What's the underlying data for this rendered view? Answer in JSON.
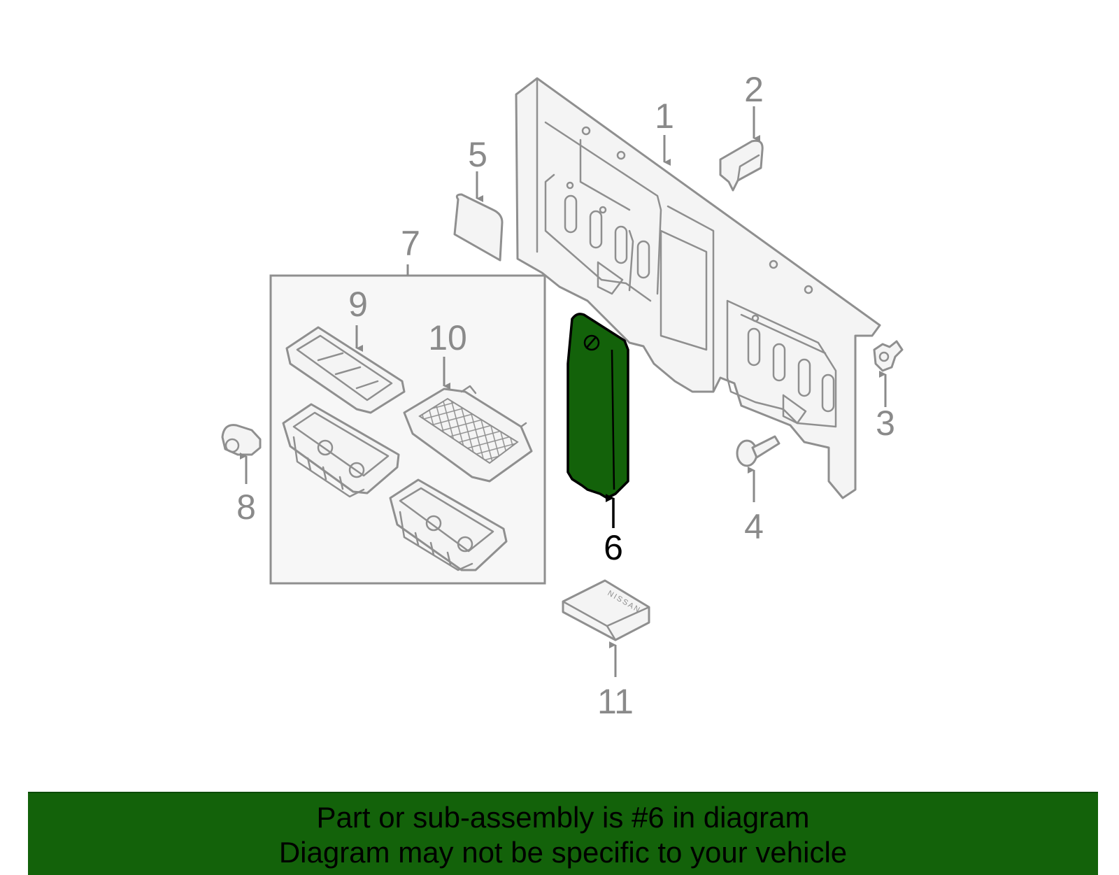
{
  "callouts": {
    "c1": "1",
    "c2": "2",
    "c3": "3",
    "c4": "4",
    "c5": "5",
    "c6": "6",
    "c7": "7",
    "c8": "8",
    "c9": "9",
    "c10": "10",
    "c11": "11"
  },
  "highlighted_part": "6",
  "highlight_color": "#13620a",
  "box_logo_text": "NISSAN",
  "banner": {
    "line1": "Part or sub-assembly is #6 in diagram",
    "line2": "Diagram may not be specific to your vehicle"
  }
}
